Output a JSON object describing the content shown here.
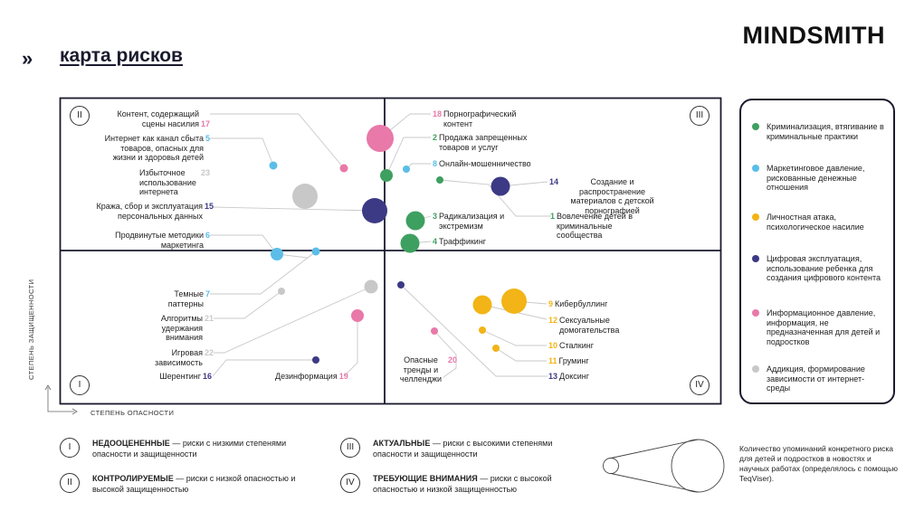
{
  "header": {
    "chevrons": "»",
    "title": "карта рисков",
    "logo": "MINDSMITH"
  },
  "quadrants": [
    "I",
    "II",
    "III",
    "IV"
  ],
  "axes": {
    "y": "СТЕПЕНЬ ЗАЩИЩЕННОСТИ",
    "x": "СТЕПЕНЬ ОПАСНОСТИ"
  },
  "categories": [
    {
      "key": "crim",
      "color": "#3ea060",
      "label": "Криминализация, втягивание в криминальные практики"
    },
    {
      "key": "mkt",
      "color": "#5bbde8",
      "label": "Маркетинговое давление, рискованные денежные отношения"
    },
    {
      "key": "pers",
      "color": "#f2b416",
      "label": "Личностная атака, психологическое насилие"
    },
    {
      "key": "digi",
      "color": "#3c3a85",
      "label": "Цифровая эксплуатация, использование ребенка для создания цифрового контента"
    },
    {
      "key": "info",
      "color": "#e879a8",
      "label": "Информационное давление, информация, не предназначенная для детей и подростков"
    },
    {
      "key": "addi",
      "color": "#c8c8c8",
      "label": "Аддикция, формирование зависимости от интернет-среды"
    }
  ],
  "risks": [
    {
      "id": 17,
      "text": "Контент, содержащий сцены насилия",
      "cat": "info"
    },
    {
      "id": 5,
      "text": "Интернет как канал сбыта товаров, опасных для жизни и здоровья детей",
      "cat": "mkt"
    },
    {
      "id": 23,
      "text": "Избыточное использование интернета",
      "cat": "addi"
    },
    {
      "id": 15,
      "text": "Кража, сбор и эксплуатация персональных данных",
      "cat": "digi"
    },
    {
      "id": 6,
      "text": "Продвинутые методики маркетинга",
      "cat": "mkt"
    },
    {
      "id": 18,
      "text": "Порнографический контент",
      "cat": "info"
    },
    {
      "id": 2,
      "text": "Продажа запрещенных товаров и услуг",
      "cat": "crim"
    },
    {
      "id": 8,
      "text": "Онлайн-мошенничество",
      "cat": "mkt"
    },
    {
      "id": 14,
      "text": "Создание и распространение материалов с детской порнографией",
      "cat": "digi"
    },
    {
      "id": 3,
      "text": "Радикализация и экстремизм",
      "cat": "crim"
    },
    {
      "id": 1,
      "text": "Вовлечение детей в криминальные сообщества",
      "cat": "crim"
    },
    {
      "id": 4,
      "text": "Траффикинг",
      "cat": "crim"
    },
    {
      "id": 7,
      "text": "Темные паттерны",
      "cat": "mkt"
    },
    {
      "id": 21,
      "text": "Алгоритмы удержания внимания",
      "cat": "addi"
    },
    {
      "id": 22,
      "text": "Игровая зависимость",
      "cat": "addi"
    },
    {
      "id": 16,
      "text": "Шерентинг",
      "cat": "digi"
    },
    {
      "id": 19,
      "text": "Дезинформация",
      "cat": "info"
    },
    {
      "id": 20,
      "text": "Опасные тренды и челленджи",
      "cat": "info"
    },
    {
      "id": 9,
      "text": "Кибербуллинг",
      "cat": "pers"
    },
    {
      "id": 12,
      "text": "Сексуальные домогательства",
      "cat": "pers"
    },
    {
      "id": 10,
      "text": "Сталкинг",
      "cat": "pers"
    },
    {
      "id": 11,
      "text": "Груминг",
      "cat": "pers"
    },
    {
      "id": 13,
      "text": "Доксинг",
      "cat": "digi"
    }
  ],
  "bottom_legend": [
    {
      "num": "I",
      "term": "НЕДООЦЕНЕННЫЕ",
      "desc": "— риски с низкими степенями опасности и защищенности"
    },
    {
      "num": "II",
      "term": "КОНТРОЛИРУЕМЫЕ",
      "desc": "— риски с низкой опасностью и высокой защищенностью"
    },
    {
      "num": "III",
      "term": "АКТУАЛЬНЫЕ",
      "desc": "— риски с высокими степенями опасности и защищенности"
    },
    {
      "num": "IV",
      "term": "ТРЕБУЮЩИЕ ВНИМАНИЯ",
      "desc": "— риски с высокой опасностью и низкой защищенностью"
    }
  ],
  "size_note": "Количество упоминаний конкретного риска для детей и подростков в новостях и научных работах (определялось с помощью TeqViser)."
}
